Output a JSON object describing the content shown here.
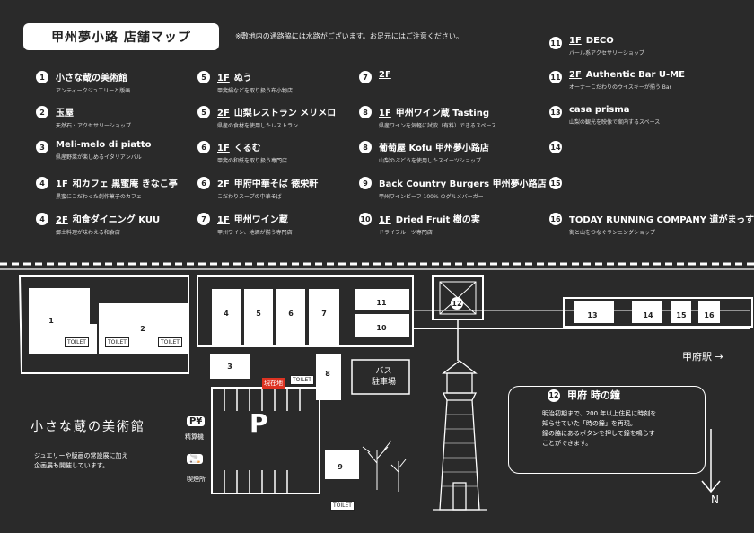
{
  "header": {
    "title": "甲州夢小路 店舗マップ",
    "notice": "※敷地内の通路脇には水路がございます。お足元にはご注意ください。"
  },
  "shops": [
    {
      "n": "1",
      "floor": "",
      "name": "小さな蔵の美術館",
      "desc": "アンティークジュエリーと版画"
    },
    {
      "n": "2",
      "floor": "",
      "name": "玉屋",
      "desc": "天然石・アクセサリーショップ"
    },
    {
      "n": "3",
      "floor": "",
      "name": "Meli-melo di piatto",
      "desc": "県産野菜が楽しめるイタリアンバル"
    },
    {
      "n": "4",
      "floor": "1F",
      "name": "和カフェ 黒蜜庵 きなこ亭",
      "desc": "黒蜜にこだわった創作菓子のカフェ"
    },
    {
      "n": "4",
      "floor": "2F",
      "name": "和食ダイニング KUU",
      "desc": "郷土料理が味わえる和食店"
    },
    {
      "n": "5",
      "floor": "1F",
      "name": "ぬう",
      "desc": "甲斐絹などを取り扱う布小物店"
    },
    {
      "n": "5",
      "floor": "2F",
      "name": "山梨レストラン メリメロ",
      "desc": "県産の食材を使用したレストラン"
    },
    {
      "n": "6",
      "floor": "1F",
      "name": "くるむ",
      "desc": "甲斐の和紙を取り扱う専門店"
    },
    {
      "n": "6",
      "floor": "2F",
      "name": "甲府中華そば 徳栄軒",
      "desc": "こだわりスープの中華そば"
    },
    {
      "n": "7",
      "floor": "1F",
      "name": "甲州ワイン蔵",
      "desc": "甲州ワイン、地酒が揃う専門店"
    },
    {
      "n": "7",
      "floor": "2F",
      "name": "",
      "desc": ""
    },
    {
      "n": "8",
      "floor": "1F",
      "name": "甲州ワイン蔵 Tasting",
      "desc": "県産ワインを気軽に試飲（有料）できるスペース"
    },
    {
      "n": "8",
      "floor": "",
      "name": "葡萄屋 Kofu 甲州夢小路店",
      "desc": "山梨のぶどうを使用したスイーツショップ"
    },
    {
      "n": "9",
      "floor": "",
      "name": "Back Country Burgers 甲州夢小路店",
      "desc": "甲州ワインビーフ 100% のグルメバーガー"
    },
    {
      "n": "10",
      "floor": "1F",
      "name": "Dried Fruit 樹の実",
      "desc": "ドライフルーツ専門店"
    },
    {
      "n": "11",
      "floor": "1F",
      "name": "DECO",
      "desc": "パール系アクセサリーショップ"
    },
    {
      "n": "11",
      "floor": "2F",
      "name": "Authentic Bar U-ME",
      "desc": "オーナーこだわりのウイスキーが揃う Bar"
    },
    {
      "n": "13",
      "floor": "",
      "name": "casa prisma",
      "desc": "山梨の観光を映像で案内するスペース"
    },
    {
      "n": "14",
      "floor": "",
      "name": "",
      "desc": ""
    },
    {
      "n": "15",
      "floor": "",
      "name": "",
      "desc": ""
    },
    {
      "n": "16",
      "floor": "",
      "name": "TODAY RUNNING COMPANY 道がまっすぐ",
      "desc": "街と山をつなぐランニングショップ"
    }
  ],
  "map": {
    "buildings": [
      "1",
      "2",
      "3",
      "4",
      "5",
      "6",
      "7",
      "8",
      "9",
      "10",
      "11",
      "12",
      "13",
      "14",
      "15",
      "16"
    ],
    "toilet": "TOILET",
    "current_location": "現在地",
    "bus_parking": [
      "バス",
      "駐車場"
    ],
    "parking": "P",
    "pay_machine": "精算機",
    "smoking": "喫煙所",
    "station": "甲府駅 →",
    "north": "N",
    "museum_logo": "小さな蔵の美術館",
    "museum_text": [
      "ジュエリーや版画の常設展に加え",
      "企画展も開催しています。"
    ],
    "bell_title": "甲府 時の鐘",
    "bell_text": [
      "明治初期まで、200 年以上住民に時刻を",
      "知らせていた「時の鐘」を再現。",
      "鐘の脇にあるボタンを押して鐘を鳴らす",
      "ことができます。"
    ]
  }
}
